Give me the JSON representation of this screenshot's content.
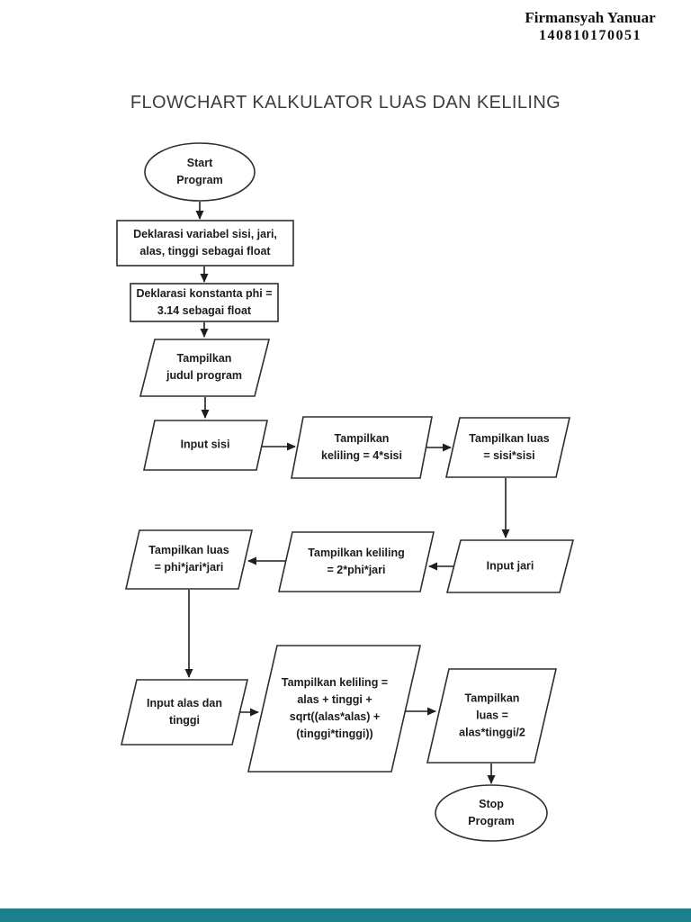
{
  "header": {
    "author_name": "Firmansyah Yanuar",
    "student_id": "140810170051"
  },
  "title": "FLOWCHART KALKULATOR LUAS DAN KELILING",
  "colors": {
    "shape_stroke": "#2e2e2e",
    "shape_fill": "#ffffff",
    "text": "#1c1c1c",
    "bottom_bar": "#1a808e"
  },
  "flowchart": {
    "nodes": [
      {
        "id": "start",
        "shape": "terminator",
        "label": [
          "Start",
          "Program"
        ]
      },
      {
        "id": "decl_var",
        "shape": "process",
        "label": [
          "Deklarasi variabel sisi, jari,",
          "alas, tinggi sebagai float"
        ]
      },
      {
        "id": "decl_phi",
        "shape": "process",
        "label": [
          "Deklarasi konstanta phi =",
          "3.14 sebagai float"
        ]
      },
      {
        "id": "judul",
        "shape": "io",
        "label": [
          "Tampilkan",
          "judul program"
        ]
      },
      {
        "id": "input_sisi",
        "shape": "io",
        "label": [
          "Input sisi"
        ]
      },
      {
        "id": "keliling_sisi",
        "shape": "io",
        "label": [
          "Tampilkan",
          "keliling = 4*sisi"
        ]
      },
      {
        "id": "luas_sisi",
        "shape": "io",
        "label": [
          "Tampilkan luas",
          "= sisi*sisi"
        ]
      },
      {
        "id": "input_jari",
        "shape": "io",
        "label": [
          "Input jari"
        ]
      },
      {
        "id": "keliling_jari",
        "shape": "io",
        "label": [
          "Tampilkan keliling",
          "= 2*phi*jari"
        ]
      },
      {
        "id": "luas_jari",
        "shape": "io",
        "label": [
          "Tampilkan luas",
          "= phi*jari*jari"
        ]
      },
      {
        "id": "input_alas",
        "shape": "io",
        "label": [
          "Input alas dan",
          "tinggi"
        ]
      },
      {
        "id": "keliling_alas",
        "shape": "io",
        "label": [
          "Tampilkan keliling =",
          "alas + tinggi +",
          "sqrt((alas*alas) +",
          "(tinggi*tinggi))"
        ]
      },
      {
        "id": "luas_alas",
        "shape": "io",
        "label": [
          "Tampilkan",
          "luas =",
          "alas*tinggi/2"
        ]
      },
      {
        "id": "stop",
        "shape": "terminator",
        "label": [
          "Stop",
          "Program"
        ]
      }
    ],
    "edges": [
      {
        "from": "start",
        "to": "decl_var"
      },
      {
        "from": "decl_var",
        "to": "decl_phi"
      },
      {
        "from": "decl_phi",
        "to": "judul"
      },
      {
        "from": "judul",
        "to": "input_sisi"
      },
      {
        "from": "input_sisi",
        "to": "keliling_sisi"
      },
      {
        "from": "keliling_sisi",
        "to": "luas_sisi"
      },
      {
        "from": "luas_sisi",
        "to": "input_jari"
      },
      {
        "from": "input_jari",
        "to": "keliling_jari"
      },
      {
        "from": "keliling_jari",
        "to": "luas_jari"
      },
      {
        "from": "luas_jari",
        "to": "input_alas"
      },
      {
        "from": "input_alas",
        "to": "keliling_alas"
      },
      {
        "from": "keliling_alas",
        "to": "luas_alas"
      },
      {
        "from": "luas_alas",
        "to": "stop"
      }
    ]
  }
}
